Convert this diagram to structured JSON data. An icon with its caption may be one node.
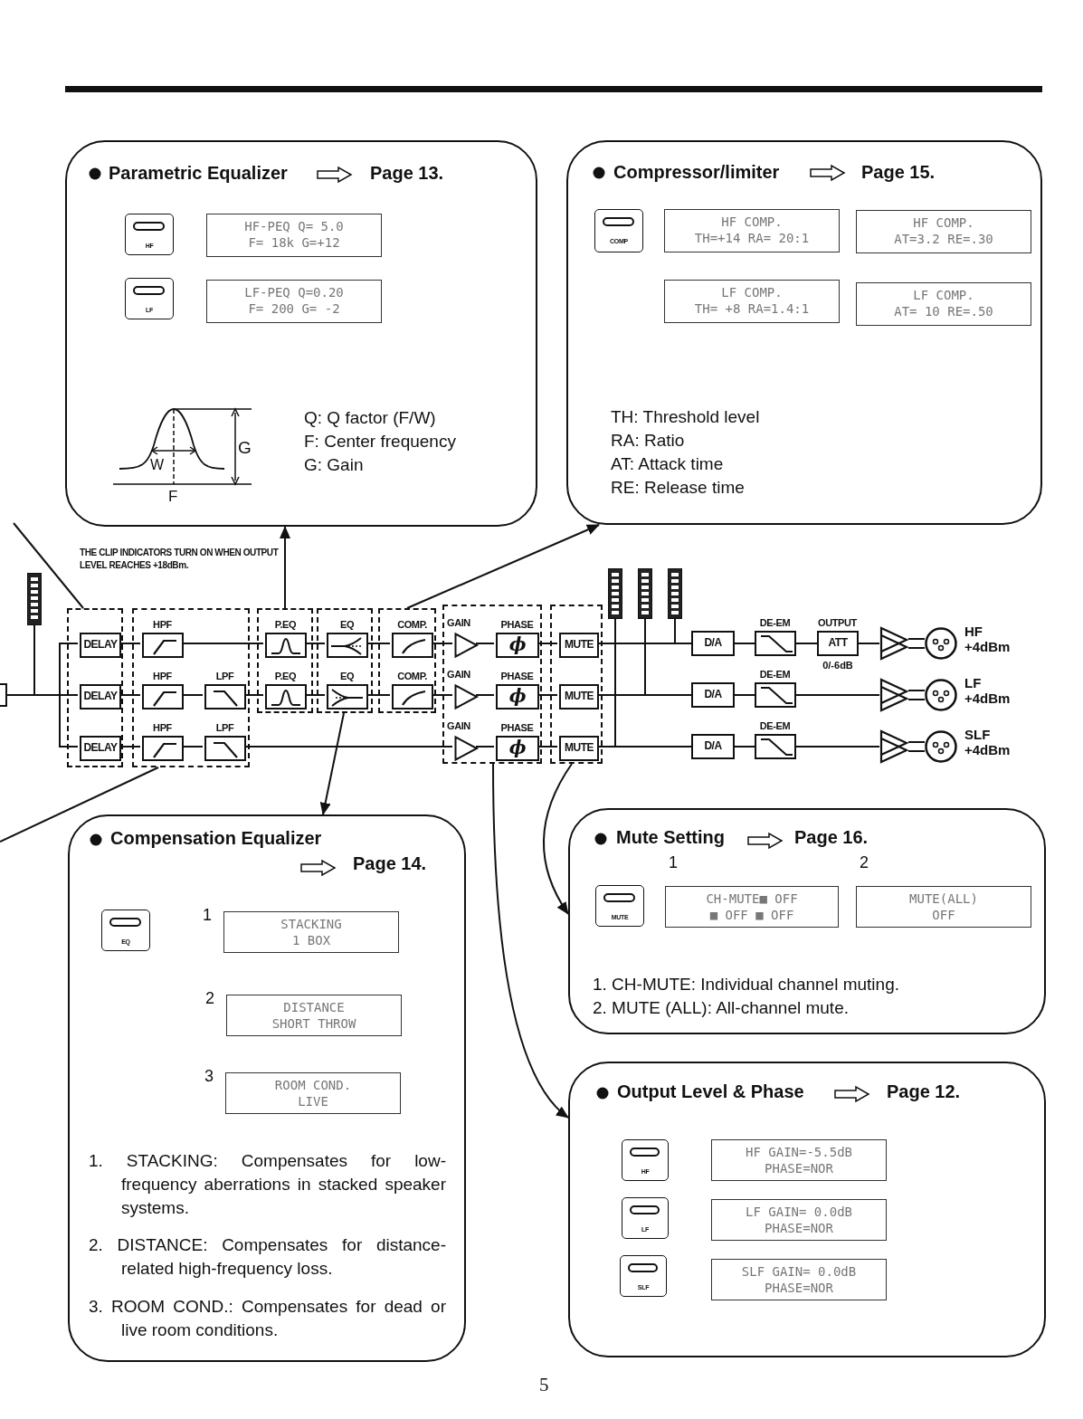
{
  "diagram": {
    "nodes": [
      {
        "text": [
          "Parametric Equalizer",
          "Page 13."
        ]
      },
      {
        "text": [
          "HF"
        ],
        "in": 0
      },
      {
        "text": [
          "HF-PEQ Q= 5.0",
          "F= 18k G=+12"
        ],
        "in": 0
      },
      {
        "text": [
          "LF"
        ],
        "in": 0
      },
      {
        "text": [
          "LF-PEQ Q=0.20",
          "F= 200 G= -2"
        ],
        "in": 0
      },
      {
        "text": [
          "Compressor/limiter",
          "Page 15."
        ]
      },
      {
        "text": [
          "COMP"
        ],
        "in": 5
      },
      {
        "text": [
          "HF COMP.",
          "TH=+14 RA= 20:1"
        ],
        "in": 5
      },
      {
        "text": [
          "HF COMP.",
          "AT=3.2 RE=.30"
        ],
        "in": 5
      },
      {
        "text": [
          "LF COMP.",
          "TH= +8 RA=1.4:1"
        ],
        "in": 5
      },
      {
        "text": [
          "LF COMP.",
          "AT= 10 RE=.50"
        ],
        "in": 5
      },
      {
        "text": [],
        "shape": "box"
      },
      {
        "text": [],
        "shape": "bar"
      },
      {
        "text": [],
        "shape": "box"
      },
      {
        "text": [
          "DELAY"
        ],
        "in": 13
      },
      {
        "text": [
          "DELAY"
        ],
        "in": 13
      },
      {
        "text": [
          "DELAY"
        ],
        "in": 13
      },
      {
        "text": [],
        "shape": "box"
      },
      {
        "text": [
          "HPF"
        ],
        "in": 17
      },
      {
        "text": [
          "HPF"
        ],
        "in": 17
      },
      {
        "text": [
          "LPF"
        ],
        "in": 17
      },
      {
        "text": [
          "HPF"
        ],
        "in": 17
      },
      {
        "text": [
          "LPF"
        ],
        "in": 17
      },
      {
        "text": [],
        "shape": "box"
      },
      {
        "text": [
          "P.EQ"
        ],
        "in": 23
      },
      {
        "text": [
          "P.EQ"
        ],
        "in": 23
      },
      {
        "text": [],
        "shape": "box"
      },
      {
        "text": [
          "EQ"
        ],
        "in": 26
      },
      {
        "text": [
          "EQ"
        ],
        "in": 26
      },
      {
        "text": [],
        "shape": "box"
      },
      {
        "text": [
          "COMP."
        ],
        "in": 29
      },
      {
        "text": [
          "COMP."
        ],
        "in": 29
      },
      {
        "text": [],
        "shape": "box"
      },
      {
        "text": [
          "GAIN"
        ],
        "in": 32
      },
      {
        "text": [
          "PHASE",
          "ϕ"
        ],
        "in": 32
      },
      {
        "text": [
          "GAIN"
        ],
        "in": 32
      },
      {
        "text": [
          "PHASE",
          "ϕ"
        ],
        "in": 32
      },
      {
        "text": [
          "GAIN"
        ],
        "in": 32
      },
      {
        "text": [
          "PHASE",
          "ϕ"
        ],
        "in": 32
      },
      {
        "text": [],
        "shape": "box"
      },
      {
        "text": [
          "MUTE"
        ],
        "in": 39
      },
      {
        "text": [
          "MUTE"
        ],
        "in": 39
      },
      {
        "text": [
          "MUTE"
        ],
        "in": 39
      },
      {
        "text": [],
        "shape": "bar"
      },
      {
        "text": [],
        "shape": "bar"
      },
      {
        "text": [],
        "shape": "bar"
      },
      {
        "text": [
          "D/A"
        ]
      },
      {
        "text": [
          "DE-EM"
        ]
      },
      {
        "text": [
          "OUTPUT",
          "ATT"
        ],
        "beside": [
          "0/-6dB"
        ]
      },
      {
        "text": [],
        "shape": "triangle"
      },
      {
        "text": [],
        "shape": "circle",
        "beside": [
          "HF +4dBm"
        ]
      },
      {
        "text": [
          "D/A"
        ]
      },
      {
        "text": [
          "DE-EM"
        ]
      },
      {
        "text": [],
        "shape": "triangle"
      },
      {
        "text": [],
        "shape": "circle",
        "beside": [
          "LF +4dBm"
        ]
      },
      {
        "text": [
          "D/A"
        ]
      },
      {
        "text": [
          "DE-EM"
        ]
      },
      {
        "text": [],
        "shape": "triangle"
      },
      {
        "text": [],
        "shape": "circle",
        "beside": [
          "SLF +4dBm"
        ]
      },
      {
        "text": [
          "Compensation Equalizer",
          "Page 14."
        ]
      },
      {
        "text": [
          "EQ"
        ],
        "in": 59
      },
      {
        "text": [
          "STACKING",
          "1 BOX"
        ],
        "in": 59,
        "beside": [
          "1"
        ]
      },
      {
        "text": [
          "DISTANCE",
          "SHORT THROW"
        ],
        "in": 59,
        "beside": [
          "2"
        ]
      },
      {
        "text": [
          "ROOM COND.",
          "LIVE"
        ],
        "in": 59,
        "beside": [
          "3"
        ]
      },
      {
        "text": [
          "Mute Setting",
          "Page 16."
        ]
      },
      {
        "text": [
          "MUTE"
        ],
        "in": 64
      },
      {
        "text": [
          "CH-MUTE■ OFF",
          "■ OFF ■ OFF"
        ],
        "in": 64,
        "beside": [
          "1"
        ]
      },
      {
        "text": [
          "MUTE(ALL)",
          "OFF"
        ],
        "in": 64,
        "beside": [
          "2"
        ]
      },
      {
        "text": [
          "Output Level & Phase",
          "Page 12."
        ]
      },
      {
        "text": [
          "HF"
        ],
        "in": 68
      },
      {
        "text": [
          "HF GAIN=-5.5dB",
          "PHASE=NOR"
        ],
        "in": 68
      },
      {
        "text": [
          "LF"
        ],
        "in": 68
      },
      {
        "text": [
          "LF GAIN= 0.0dB",
          "PHASE=NOR"
        ],
        "in": 68
      },
      {
        "text": [
          "SLF"
        ],
        "in": 68
      },
      {
        "text": [
          "SLF GAIN= 0.0dB",
          "PHASE=NOR"
        ],
        "in": 68
      }
    ],
    "edges": [
      {
        "from": 11,
        "to": 12,
        "arrow": "none"
      },
      {
        "from": 11,
        "to": 14,
        "arrow": "none"
      },
      {
        "from": 11,
        "to": 15,
        "arrow": "none"
      },
      {
        "from": 11,
        "to": 16,
        "arrow": "none"
      },
      {
        "from": 14,
        "to": 18,
        "arrow": "none"
      },
      {
        "from": 18,
        "to": 24,
        "arrow": "none"
      },
      {
        "from": 24,
        "to": 27,
        "arrow": "none"
      },
      {
        "from": 27,
        "to": 30,
        "arrow": "none"
      },
      {
        "from": 30,
        "to": 33,
        "arrow": "none"
      },
      {
        "from": 33,
        "to": 34,
        "arrow": "none"
      },
      {
        "from": 34,
        "to": 40,
        "arrow": "none"
      },
      {
        "from": 40,
        "to": 46,
        "arrow": "none"
      },
      {
        "from": 46,
        "to": 47,
        "arrow": "none"
      },
      {
        "from": 47,
        "to": 48,
        "arrow": "none"
      },
      {
        "from": 48,
        "to": 49,
        "arrow": "none"
      },
      {
        "from": 49,
        "to": 50,
        "arrow": "none"
      },
      {
        "from": 15,
        "to": 19,
        "arrow": "none"
      },
      {
        "from": 19,
        "to": 20,
        "arrow": "none"
      },
      {
        "from": 20,
        "to": 25,
        "arrow": "none"
      },
      {
        "from": 25,
        "to": 28,
        "arrow": "none"
      },
      {
        "from": 28,
        "to": 31,
        "arrow": "none"
      },
      {
        "from": 31,
        "to": 35,
        "arrow": "none"
      },
      {
        "from": 35,
        "to": 36,
        "arrow": "none"
      },
      {
        "from": 36,
        "to": 41,
        "arrow": "none"
      },
      {
        "from": 41,
        "to": 51,
        "arrow": "none"
      },
      {
        "from": 51,
        "to": 52,
        "arrow": "none"
      },
      {
        "from": 52,
        "to": 53,
        "arrow": "none"
      },
      {
        "from": 53,
        "to": 54,
        "arrow": "none"
      },
      {
        "from": 16,
        "to": 21,
        "arrow": "none"
      },
      {
        "from": 21,
        "to": 22,
        "arrow": "none"
      },
      {
        "from": 22,
        "to": 37,
        "arrow": "none"
      },
      {
        "from": 37,
        "to": 38,
        "arrow": "none"
      },
      {
        "from": 38,
        "to": 42,
        "arrow": "none"
      },
      {
        "from": 42,
        "to": 55,
        "arrow": "none"
      },
      {
        "from": 55,
        "to": 56,
        "arrow": "none"
      },
      {
        "from": 56,
        "to": 57,
        "arrow": "none"
      },
      {
        "from": 57,
        "to": 58,
        "arrow": "none"
      },
      {
        "from": 42,
        "to": 43,
        "arrow": "none"
      },
      {
        "from": 41,
        "to": 44,
        "arrow": "none"
      },
      {
        "from": 40,
        "to": 45,
        "arrow": "none"
      },
      {
        "from": 23,
        "to": 0,
        "arrow": "to"
      },
      {
        "from": 29,
        "to": 5,
        "arrow": "to"
      },
      {
        "from": 26,
        "to": 59,
        "arrow": "to"
      },
      {
        "from": 39,
        "to": 64,
        "arrow": "to"
      },
      {
        "from": 32,
        "to": 68,
        "arrow": "to"
      },
      {
        "from": null,
        "to": 13,
        "arrow": "none"
      },
      {
        "from": 17,
        "to": null,
        "arrow": "none"
      }
    ],
    "labels": [
      "W",
      "G",
      "F",
      "Q: Q factor (F/W)",
      "F: Center frequency",
      "G: Gain",
      "TH: Threshold level",
      "RA: Ratio",
      "AT: Attack time",
      "RE: Release time",
      "THE CLIP INDICATORS TURN ON WHEN OUTPUT LEVEL REACHES +18dBm.",
      "1. STACKING: Compensates for low-frequency aberrations in stacked speaker systems.",
      "2. DISTANCE: Compensates for distance-related high-frequency loss.",
      "3. ROOM COND.: Compensates for dead or live room conditions.",
      "1. CH-MUTE: Individual channel muting.",
      "2. MUTE (ALL): All-channel mute.",
      "5"
    ]
  }
}
